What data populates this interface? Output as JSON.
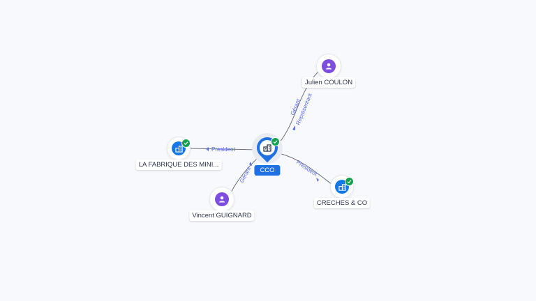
{
  "graph": {
    "center": {
      "label": "CCO",
      "icon": "building-icon",
      "badge": "verified-check-icon"
    },
    "nodes": {
      "julien": {
        "label": "Julien COULON",
        "type": "person",
        "icon": "person-icon"
      },
      "lafabrique": {
        "label": "LA FABRIQUE DES MINI...",
        "type": "company",
        "icon": "building-icon",
        "badge": "verified-check-icon"
      },
      "vincent": {
        "label": "Vincent GUIGNARD",
        "type": "person",
        "icon": "person-icon"
      },
      "creches": {
        "label": "CRECHES & CO",
        "type": "company",
        "icon": "building-icon",
        "badge": "verified-check-icon"
      }
    },
    "edges": {
      "julien": {
        "label1": "Gérant",
        "label2": "Représentant"
      },
      "lafabrique": {
        "label": "President"
      },
      "vincent": {
        "label": "Gérant"
      },
      "creches": {
        "label": "President"
      }
    }
  },
  "colors": {
    "background": "#f8f9fc",
    "person": "#7c4ddf",
    "company": "#1677e6",
    "main": "#1f6fe5",
    "badge": "#12a150",
    "edge_label": "#5b6cf5"
  }
}
